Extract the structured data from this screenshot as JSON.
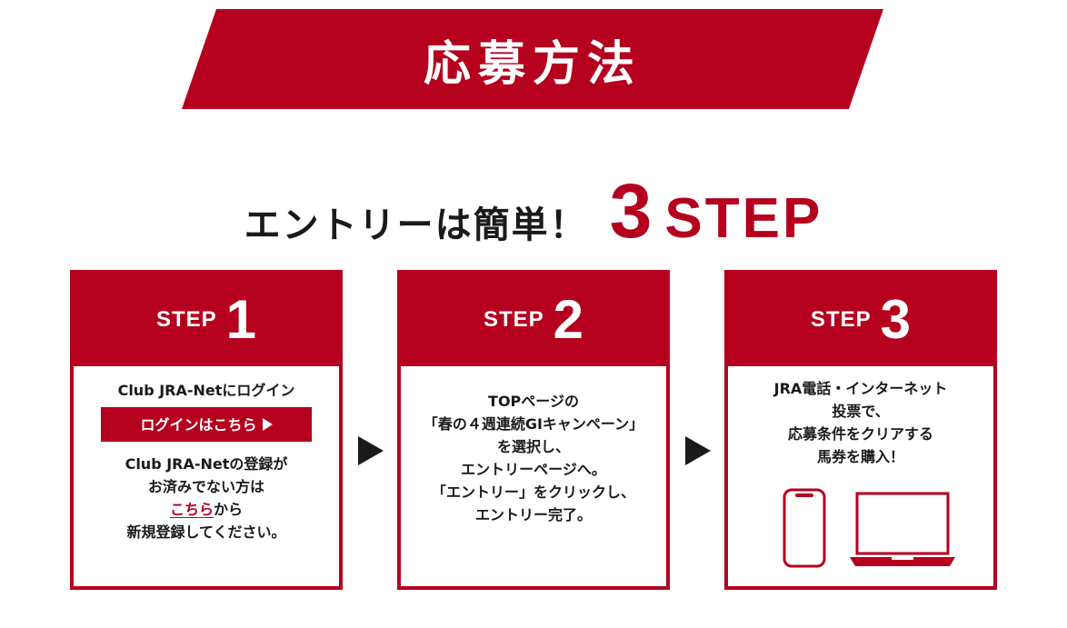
{
  "banner": {
    "title": "応募方法"
  },
  "headline": {
    "text": "エントリーは簡単！",
    "number": "3",
    "step": "STEP"
  },
  "steps": [
    {
      "label": "STEP",
      "number": "1",
      "intro": "Club JRA-Netにログイン",
      "button": "ログインはこちら",
      "line1": "Club JRA-Netの登録が",
      "line2": "お済みでない方は",
      "link": "こちら",
      "after_link": "から",
      "line4": "新規登録してください。"
    },
    {
      "label": "STEP",
      "number": "2",
      "lines": [
        "TOPページの",
        "「春の４週連続GIキャンペーン」",
        "を選択し、",
        "エントリーページへ。",
        "「エントリー」をクリックし、",
        "エントリー完了。"
      ]
    },
    {
      "label": "STEP",
      "number": "3",
      "lines": [
        "JRA電話・インターネット",
        "投票で、",
        "応募条件をクリアする",
        "馬券を購入！"
      ],
      "icons": [
        "smartphone-icon",
        "laptop-icon"
      ]
    }
  ],
  "colors": {
    "accent": "#b5001e",
    "text": "#1a1a1a",
    "background": "#ffffff"
  }
}
